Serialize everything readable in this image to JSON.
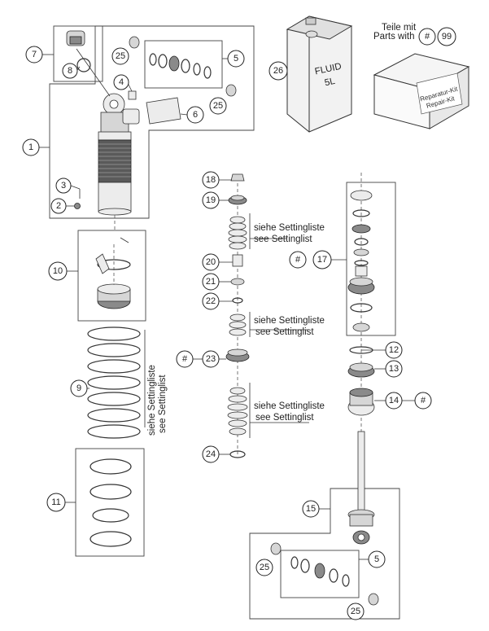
{
  "callouts": {
    "c1": "1",
    "c2": "2",
    "c3": "3",
    "c4": "4",
    "c5a": "5",
    "c5b": "5",
    "c6": "6",
    "c7": "7",
    "c8": "8",
    "c9": "9",
    "c10": "10",
    "c11": "11",
    "c12": "12",
    "c13": "13",
    "c14": "14",
    "c15": "15",
    "c17": "17",
    "c18": "18",
    "c19": "19",
    "c20": "20",
    "c21": "21",
    "c22": "22",
    "c23": "23",
    "c24": "24",
    "c25a": "25",
    "c25b": "25",
    "c25c": "25",
    "c25d": "25",
    "c26": "26",
    "h17": "#",
    "h23": "#",
    "h14": "#",
    "legend_hash": "#",
    "legend_99": "99"
  },
  "legend": {
    "line1": "Teile mit",
    "line2": "Parts with"
  },
  "fluid": {
    "line1": "FLUID",
    "line2": "5L"
  },
  "kit": {
    "line1": "Reparatur-Kit",
    "line2": "Repair-Kit"
  },
  "settings": {
    "de": "siehe Settingliste",
    "en": "see Settinglist"
  }
}
